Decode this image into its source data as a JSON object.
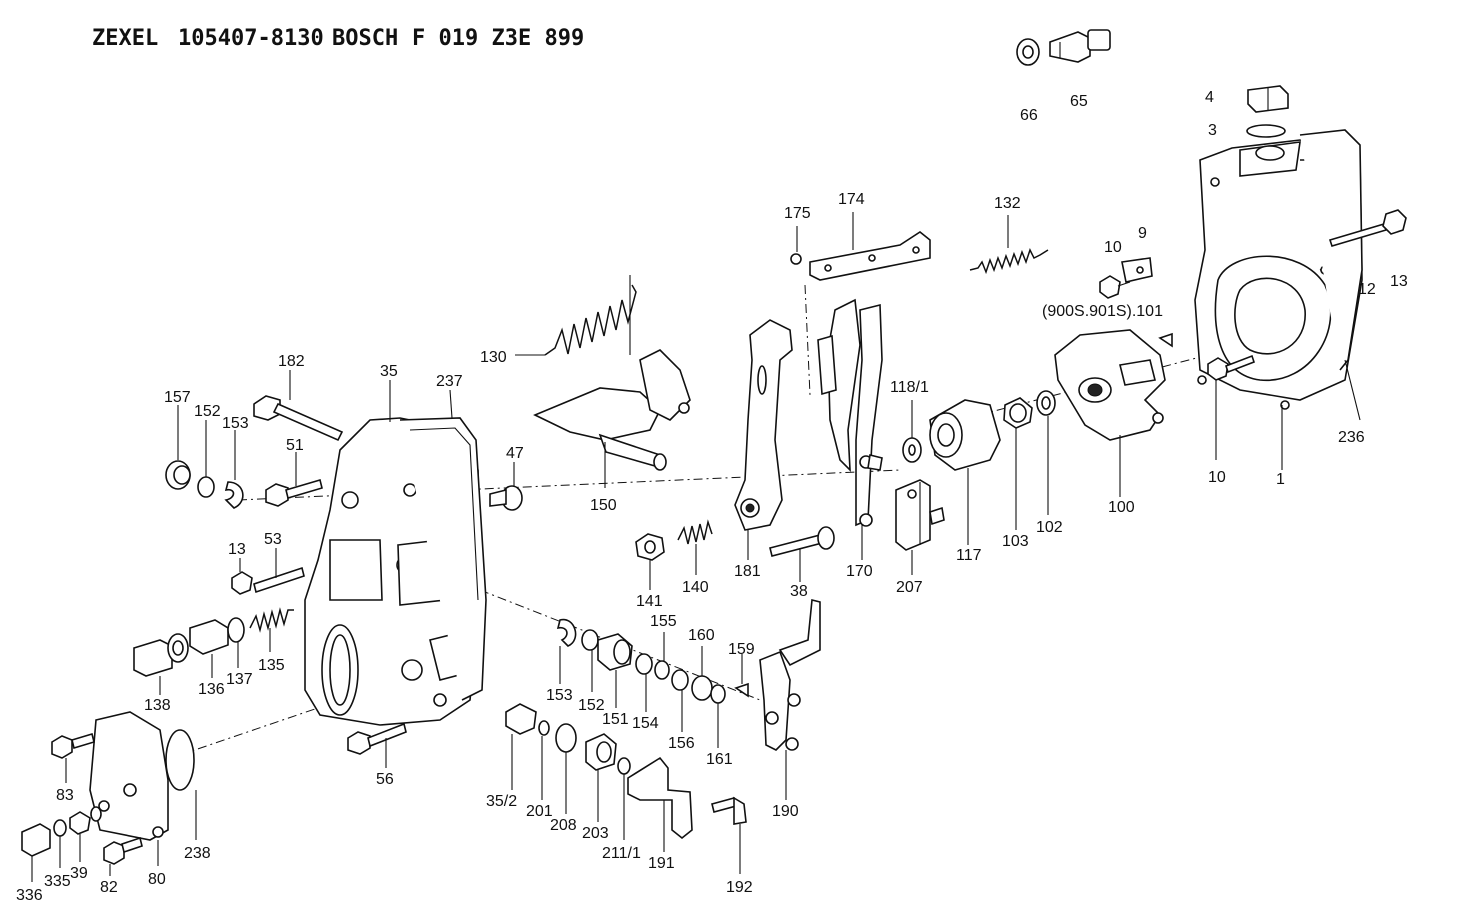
{
  "header": {
    "brand1": "ZEXEL",
    "part_no": "105407-8130",
    "brand2": "BOSCH",
    "bosch_no": "F 019 Z3E 899"
  },
  "callouts": [
    "66",
    "65",
    "4",
    "3",
    "9",
    "10",
    "12",
    "13",
    "(900S.901S).101",
    "1",
    "10",
    "236",
    "132",
    "175",
    "174",
    "130",
    "182",
    "35",
    "237",
    "157",
    "152",
    "153",
    "51",
    "47",
    "150",
    "13",
    "53",
    "118/1",
    "100",
    "102",
    "103",
    "117",
    "207",
    "170",
    "38",
    "181",
    "141",
    "140",
    "155",
    "160",
    "159",
    "138",
    "136",
    "137",
    "135",
    "153",
    "152",
    "151",
    "154",
    "156",
    "161",
    "190",
    "83",
    "238",
    "56",
    "35/2",
    "201",
    "208",
    "203",
    "211/1",
    "191",
    "192",
    "336",
    "335",
    "39",
    "82",
    "80"
  ]
}
